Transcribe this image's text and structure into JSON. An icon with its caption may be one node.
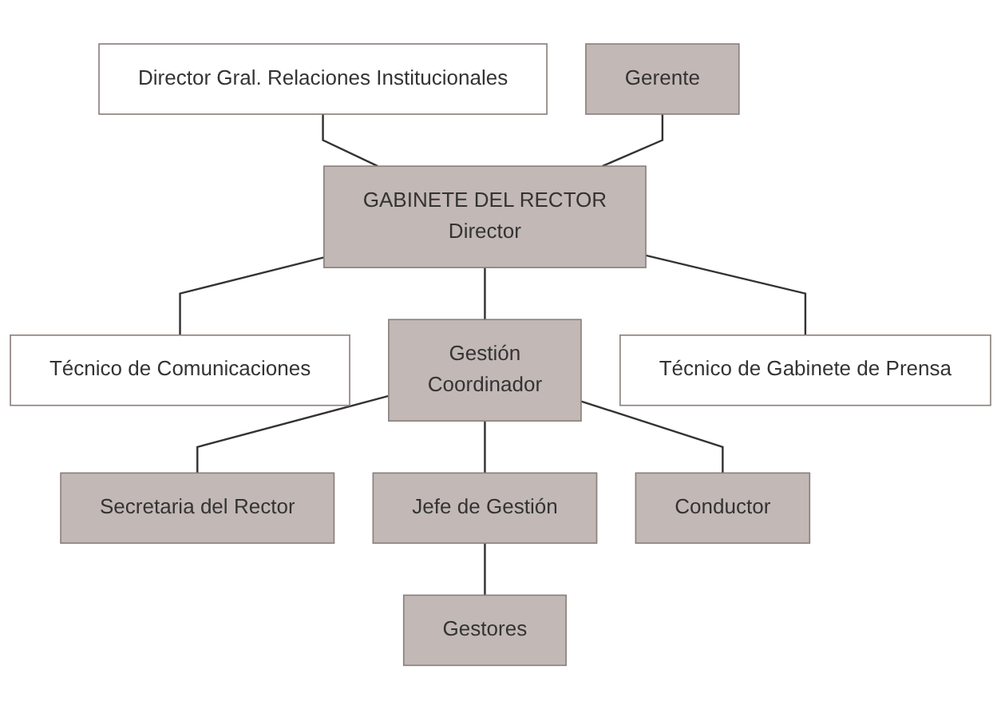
{
  "diagram": {
    "nodes": [
      {
        "text": [
          "Director Gral. Relaciones Institucionales"
        ]
      },
      {
        "text": [
          "Gerente"
        ]
      },
      {
        "text": [
          "GABINETE DEL RECTOR",
          "Director"
        ]
      },
      {
        "text": [
          "Técnico de Comunicaciones"
        ]
      },
      {
        "text": [
          "Técnico de Gabinete de Prensa"
        ]
      },
      {
        "text": [
          "Gestión",
          "Coordinador"
        ]
      },
      {
        "text": [
          "Secretaria del Rector"
        ]
      },
      {
        "text": [
          "Conductor"
        ]
      },
      {
        "text": [
          "Jefe de Gestión"
        ]
      },
      {
        "text": [
          "Gestores"
        ]
      }
    ],
    "edges": [
      {
        "from": 0,
        "to": 2,
        "arrow": "none"
      },
      {
        "from": 1,
        "to": 2,
        "arrow": "none"
      },
      {
        "from": 2,
        "to": 3,
        "arrow": "none"
      },
      {
        "from": 2,
        "to": 4,
        "arrow": "none"
      },
      {
        "from": 2,
        "to": 5,
        "arrow": "none"
      },
      {
        "from": 5,
        "to": 6,
        "arrow": "none"
      },
      {
        "from": 5,
        "to": 7,
        "arrow": "none"
      },
      {
        "from": 5,
        "to": 8,
        "arrow": "none"
      },
      {
        "from": 8,
        "to": 9,
        "arrow": "none"
      }
    ]
  }
}
